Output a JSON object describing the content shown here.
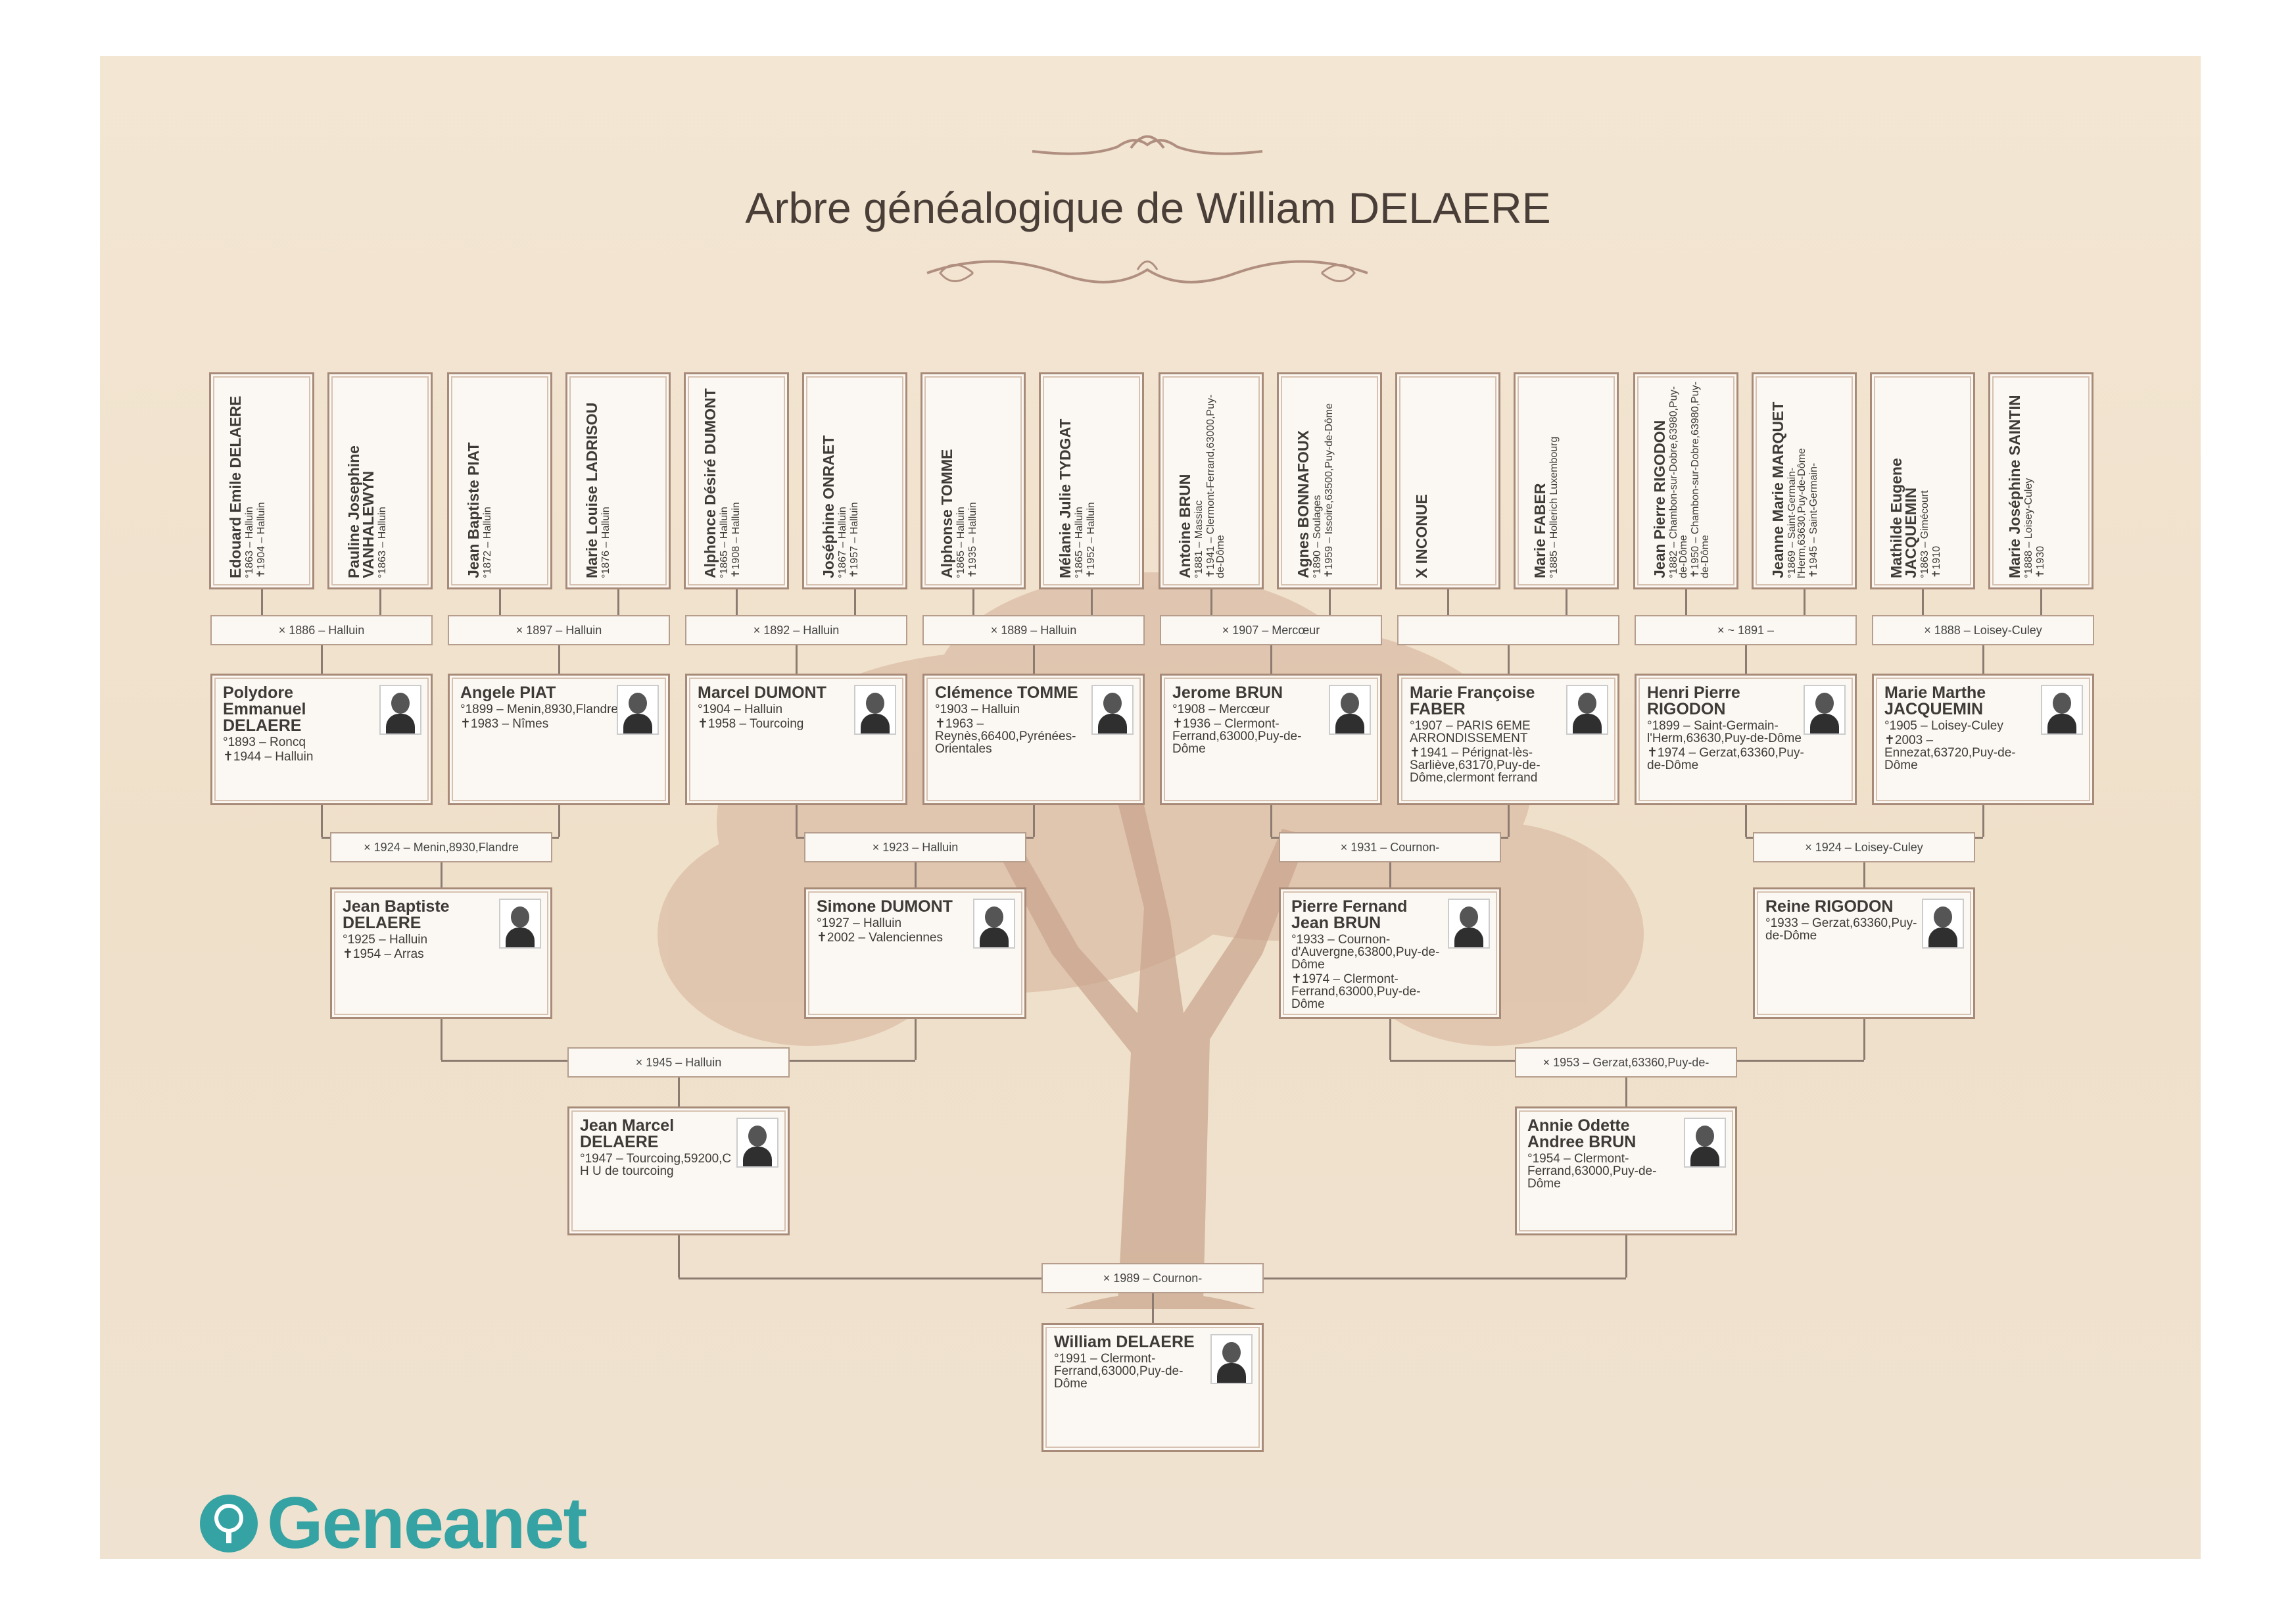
{
  "title": "Arbre généalogique de William DELAERE",
  "logo_text": "Geneanet",
  "colors": {
    "paper": "#f3e6d3",
    "border": "#a88a78",
    "logo": "#35a3a3",
    "tree": "#d8b49c"
  },
  "gen5": [
    {
      "name": "Edouard Emile DELAERE",
      "info": [
        "°1863 – Halluin",
        "✝1904 – Halluin"
      ]
    },
    {
      "name": "Pauline Josephine VANHALEWYN",
      "info": [
        "°1863 – Halluin"
      ]
    },
    {
      "name": "Jean Baptiste PIAT",
      "info": [
        "°1872 – Halluin"
      ]
    },
    {
      "name": "Marie Louise LADRISOU",
      "info": [
        "°1876 – Halluin"
      ]
    },
    {
      "name": "Alphonce Désiré DUMONT",
      "info": [
        "°1865 – Halluin",
        "✝1908 – Halluin"
      ]
    },
    {
      "name": "Joséphine ONRAET",
      "info": [
        "°1867 – Halluin",
        "✝1957 – Halluin"
      ]
    },
    {
      "name": "Alphonse TOMME",
      "info": [
        "°1865 – Halluin",
        "✝1935 – Halluin"
      ]
    },
    {
      "name": "Mélanie Julie TYDGAT",
      "info": [
        "°1865 – Halluin",
        "✝1952 – Halluin"
      ]
    },
    {
      "name": "Antoine BRUN",
      "info": [
        "°1881 – Massiac",
        "✝1941 – Clermont-Ferrand,63000,Puy-de-Dôme"
      ]
    },
    {
      "name": "Agnes BONNAFOUX",
      "info": [
        "°1890 – Soulages",
        "✝1959 – Issoire,63500,Puy-de-Dôme"
      ]
    },
    {
      "name": "X INCONUE",
      "info": []
    },
    {
      "name": "Marie FABER",
      "info": [
        "°1885 – Hollerich Luxembourg"
      ]
    },
    {
      "name": "Jean Pierre RIGODON",
      "info": [
        "°1882 – Chambon-sur-Dobre,63980,Puy-de-Dôme",
        "✝1950 – Chambon-sur-Dobre,63980,Puy-de-Dôme"
      ]
    },
    {
      "name": "Jeanne Marie MARQUET",
      "info": [
        "°1869 – Saint-Germain-l'Herm,63630,Puy-de-Dôme",
        "✝1945 – Saint-Germain-"
      ]
    },
    {
      "name": "Mathilde Eugene JACQUEMIN",
      "info": [
        "°1863 – Gimécourt",
        "✝1910"
      ]
    },
    {
      "name": "Marie Joséphine SAINTIN",
      "info": [
        "°1888 – Loisey-Culey",
        "✝1930"
      ]
    }
  ],
  "marriages5": [
    "× 1886 – Halluin",
    "× 1897 – Halluin",
    "× 1892 – Halluin",
    "× 1889 – Halluin",
    "× 1907 – Mercœur",
    "",
    "× ~ 1891 –",
    "× 1888 – Loisey-Culey"
  ],
  "gen4": [
    {
      "name": "Polydore Emmanuel DELAERE",
      "info": [
        "°1893 – Roncq",
        "✝1944 – Halluin"
      ]
    },
    {
      "name": "Angele PIAT",
      "info": [
        "°1899 – Menin,8930,Flandre",
        "✝1983 – Nîmes"
      ]
    },
    {
      "name": "Marcel DUMONT",
      "info": [
        "°1904 – Halluin",
        "✝1958 – Tourcoing"
      ]
    },
    {
      "name": "Clémence TOMME",
      "info": [
        "°1903 – Halluin",
        "✝1963 – Reynès,66400,Pyrénées-Orientales"
      ]
    },
    {
      "name": "Jerome BRUN",
      "info": [
        "°1908 – Mercœur",
        "✝1936 – Clermont-Ferrand,63000,Puy-de-Dôme"
      ]
    },
    {
      "name": "Marie Françoise FABER",
      "info": [
        "°1907 – PARIS 6EME ARRONDISSEMENT",
        "✝1941 – Pérignat-lès-Sarliève,63170,Puy-de-Dôme,clermont ferrand"
      ]
    },
    {
      "name": "Henri Pierre RIGODON",
      "info": [
        "°1899 – Saint-Germain-l'Herm,63630,Puy-de-Dôme",
        "✝1974 – Gerzat,63360,Puy-de-Dôme"
      ]
    },
    {
      "name": "Marie Marthe JACQUEMIN",
      "info": [
        "°1905 – Loisey-Culey",
        "✝2003 – Ennezat,63720,Puy-de-Dôme"
      ]
    }
  ],
  "marriages4": [
    "× 1924 – Menin,8930,Flandre",
    "× 1923 – Halluin",
    "× 1931 – Cournon-",
    "× 1924 – Loisey-Culey"
  ],
  "gen3": [
    {
      "name": "Jean Baptiste DELAERE",
      "info": [
        "°1925 – Halluin",
        "✝1954 – Arras"
      ]
    },
    {
      "name": "Simone DUMONT",
      "info": [
        "°1927 – Halluin",
        "✝2002 – Valenciennes"
      ]
    },
    {
      "name": "Pierre Fernand Jean BRUN",
      "info": [
        "°1933 – Cournon-d'Auvergne,63800,Puy-de-Dôme",
        "✝1974 – Clermont-Ferrand,63000,Puy-de-Dôme"
      ]
    },
    {
      "name": "Reine RIGODON",
      "info": [
        "°1933 – Gerzat,63360,Puy-de-Dôme"
      ]
    }
  ],
  "marriages3": [
    "× 1945 – Halluin",
    "× 1953 – Gerzat,63360,Puy-de-"
  ],
  "gen2": [
    {
      "name": "Jean Marcel DELAERE",
      "info": [
        "°1947 – Tourcoing,59200,C H U de tourcoing"
      ]
    },
    {
      "name": "Annie Odette Andree BRUN",
      "info": [
        "°1954 – Clermont-Ferrand,63000,Puy-de-Dôme"
      ]
    }
  ],
  "marriages2": [
    "× 1989 – Cournon-"
  ],
  "gen1": [
    {
      "name": "William DELAERE",
      "info": [
        "°1991 – Clermont-Ferrand,63000,Puy-de-Dôme"
      ]
    }
  ]
}
